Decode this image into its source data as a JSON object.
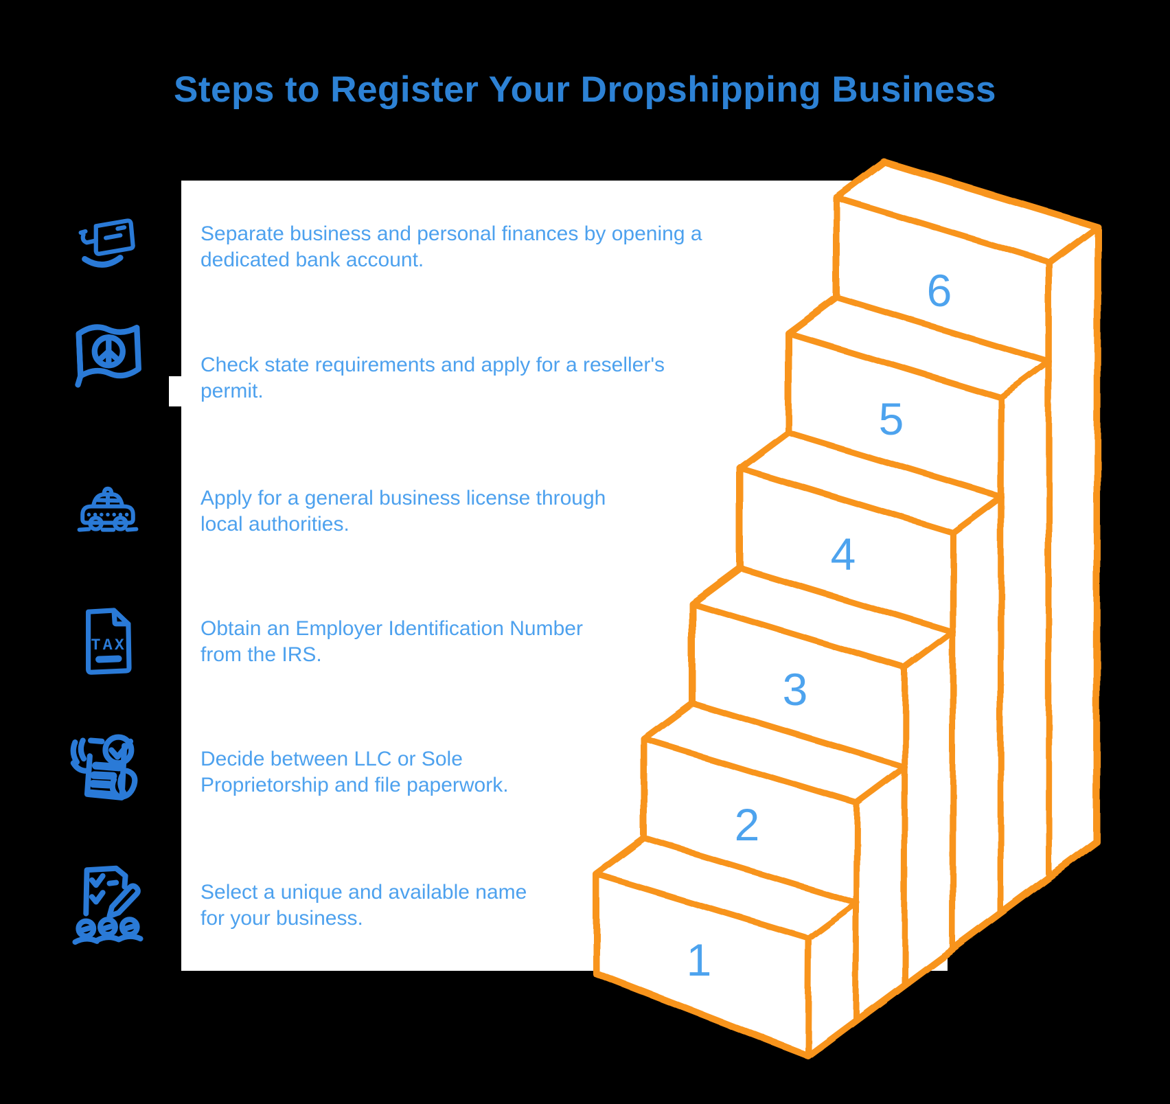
{
  "title": "Steps to Register Your Dropshipping Business",
  "colors": {
    "background": "#000000",
    "panel": "#ffffff",
    "title_blue": "#2D82D5",
    "text_blue": "#4DA1EE",
    "icon_blue": "#2A7AD7",
    "stair_orange": "#F8941C",
    "number_blue": "#4DA3EE"
  },
  "items": [
    {
      "step": 6,
      "icon": "hand-credit-card-icon",
      "text": "Separate business and personal finances by opening a\ndedicated bank account."
    },
    {
      "step": 5,
      "icon": "peace-flag-icon",
      "text": "Check state requirements and apply for a reseller's\npermit."
    },
    {
      "step": 4,
      "icon": "taxi-icon",
      "text": "Apply for a general business license through\nlocal authorities."
    },
    {
      "step": 3,
      "icon": "tax-document-icon",
      "text": "Obtain an Employer Identification Number\nfrom the IRS."
    },
    {
      "step": 2,
      "icon": "checklist-hands-icon",
      "text": "Decide between LLC or Sole\nProprietorship and file paperwork."
    },
    {
      "step": 1,
      "icon": "naming-checklist-icon",
      "text": "Select a unique and available name\nfor your business."
    }
  ],
  "stairs": {
    "numbers": [
      "1",
      "2",
      "3",
      "4",
      "5",
      "6"
    ]
  },
  "tax_label": "TAX"
}
